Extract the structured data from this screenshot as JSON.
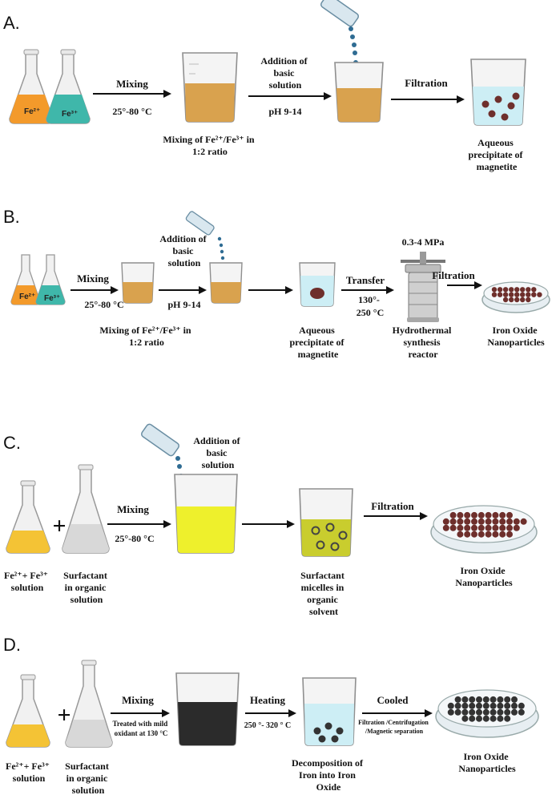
{
  "panels": [
    {
      "letter": "A.",
      "flask_ions": [
        "Fe²⁺",
        "Fe³⁺"
      ],
      "step1": {
        "top": "Mixing",
        "bottom": "25°-80 °C"
      },
      "beaker1_caption": [
        "Mixing of Fe²⁺/Fe³⁺ in",
        "1:2 ratio"
      ],
      "step2": {
        "top": [
          "Addition of",
          "basic",
          "solution"
        ],
        "bottom": "pH 9-14"
      },
      "step3": {
        "top": "Filtration"
      },
      "product_caption": [
        "Aqueous",
        "precipitate of",
        "magnetite"
      ]
    },
    {
      "letter": "B.",
      "flask_ions": [
        "Fe²⁺",
        "Fe³⁺"
      ],
      "step1": {
        "top": "Mixing",
        "bottom": "25°-80 °C"
      },
      "beaker1_caption": [
        "Mixing of Fe²⁺/Fe³⁺ in",
        "1:2 ratio"
      ],
      "step2": {
        "top": [
          "Addition of",
          "basic",
          "solution"
        ],
        "bottom": "pH 9-14"
      },
      "precipitate_caption": [
        "Aqueous",
        "precipitate of",
        "magnetite"
      ],
      "pressure": "0.3-4 MPa",
      "step4": {
        "top": "Transfer",
        "bottom": [
          "130°-",
          "250 °C"
        ]
      },
      "reactor_caption": [
        "Hydrothermal",
        "synthesis",
        "reactor"
      ],
      "step5": {
        "top": "Filtration"
      },
      "product_caption": [
        "Iron Oxide",
        "Nanoparticles"
      ]
    },
    {
      "letter": "C.",
      "flask1_caption": [
        "Fe²⁺+ Fe³⁺",
        "solution"
      ],
      "flask2_caption": [
        "Surfactant",
        "in organic",
        "solution"
      ],
      "plus": "+",
      "step1": {
        "top": "Mixing",
        "bottom": "25°-80 °C"
      },
      "step2": {
        "top": [
          "Addition of",
          "basic",
          "solution"
        ]
      },
      "micelle_caption": [
        "Surfactant",
        "micelles in",
        "organic",
        "solvent"
      ],
      "step3": {
        "top": "Filtration"
      },
      "product_caption": [
        "Iron Oxide",
        "Nanoparticles"
      ]
    },
    {
      "letter": "D.",
      "flask1_caption": [
        "Fe²⁺+ Fe³⁺",
        "solution"
      ],
      "flask2_caption": [
        "Surfactant",
        "in organic",
        "solution"
      ],
      "plus": "+",
      "step1": {
        "top": "Mixing",
        "bottom": [
          "Treated with mild",
          "oxidant at 130 °C"
        ]
      },
      "step2": {
        "top": "Heating",
        "bottom": "250 °- 320 ° C"
      },
      "beaker2_caption": [
        "Decomposition of",
        "Iron into Iron",
        "Oxide"
      ],
      "step3": {
        "top": "Cooled",
        "bottom": [
          "Filtration /Centrifugation",
          "/Magnetic separation"
        ]
      },
      "product_caption": [
        "Iron Oxide",
        "Nanoparticles"
      ]
    }
  ],
  "colors": {
    "orange": "#f39a2b",
    "teal": "#3fb7aa",
    "yellow": "#f4c335",
    "amber_liquid": "#d9a24e",
    "lime": "#eef02c",
    "olive": "#c9cd2e",
    "water": "#cdeef5",
    "dark_liquid": "#2b2b2b",
    "particle_brown": "#6e2f2c",
    "particle_dark": "#333333"
  }
}
